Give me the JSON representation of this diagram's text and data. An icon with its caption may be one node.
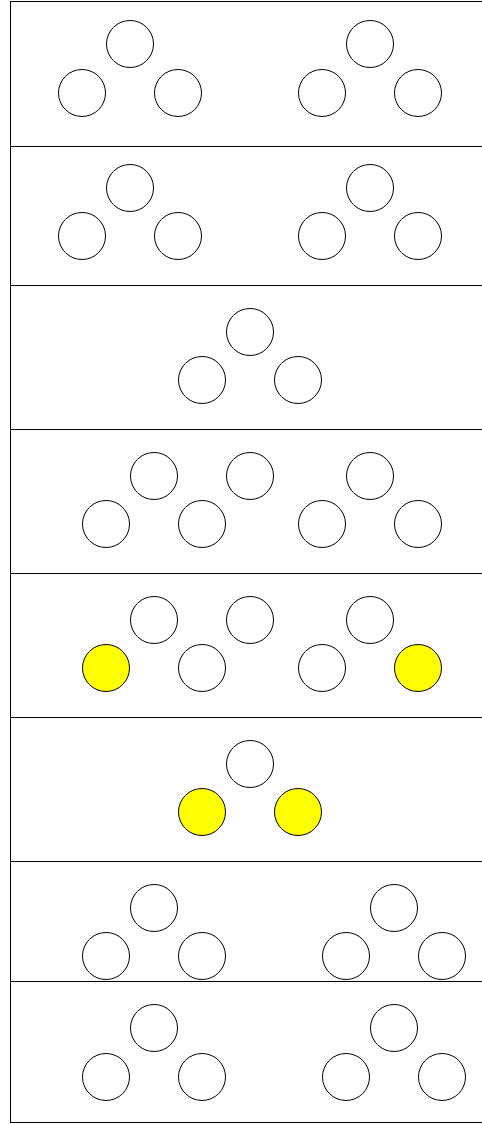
{
  "diagram": {
    "nodes": [
      {
        "text": [],
        "shape": "box"
      },
      {
        "text": [],
        "shape": "circle",
        "in": 0
      },
      {
        "text": [],
        "shape": "circle",
        "in": 0
      },
      {
        "text": [],
        "shape": "circle",
        "in": 0
      },
      {
        "text": [],
        "shape": "circle",
        "in": 0
      },
      {
        "text": [],
        "shape": "circle",
        "in": 0
      },
      {
        "text": [],
        "shape": "circle",
        "in": 0
      },
      {
        "text": [],
        "shape": "box"
      },
      {
        "text": [],
        "shape": "circle",
        "in": 7
      },
      {
        "text": [],
        "shape": "circle",
        "in": 7
      },
      {
        "text": [],
        "shape": "circle",
        "in": 7
      },
      {
        "text": [],
        "shape": "circle",
        "in": 7
      },
      {
        "text": [],
        "shape": "circle",
        "in": 7
      },
      {
        "text": [],
        "shape": "circle",
        "in": 7
      },
      {
        "text": [],
        "shape": "box"
      },
      {
        "text": [],
        "shape": "circle",
        "in": 14
      },
      {
        "text": [],
        "shape": "circle",
        "in": 14
      },
      {
        "text": [],
        "shape": "circle",
        "in": 14
      },
      {
        "text": [],
        "shape": "box"
      },
      {
        "text": [],
        "shape": "circle",
        "in": 18
      },
      {
        "text": [],
        "shape": "circle",
        "in": 18
      },
      {
        "text": [],
        "shape": "circle",
        "in": 18
      },
      {
        "text": [],
        "shape": "circle",
        "in": 18
      },
      {
        "text": [],
        "shape": "circle",
        "in": 18
      },
      {
        "text": [],
        "shape": "circle",
        "in": 18
      },
      {
        "text": [],
        "shape": "circle",
        "in": 18
      },
      {
        "text": [],
        "shape": "box"
      },
      {
        "text": [],
        "shape": "circle",
        "in": 26
      },
      {
        "text": [],
        "shape": "circle",
        "in": 26
      },
      {
        "text": [],
        "shape": "circle",
        "in": 26
      },
      {
        "text": [],
        "shape": "circle",
        "in": 26
      },
      {
        "text": [],
        "shape": "circle",
        "in": 26
      },
      {
        "text": [],
        "shape": "circle",
        "in": 26
      },
      {
        "text": [],
        "shape": "circle",
        "in": 26
      },
      {
        "text": [],
        "shape": "box"
      },
      {
        "text": [],
        "shape": "circle",
        "in": 34
      },
      {
        "text": [],
        "shape": "circle",
        "in": 34
      },
      {
        "text": [],
        "shape": "circle",
        "in": 34
      },
      {
        "text": [],
        "shape": "box"
      },
      {
        "text": [],
        "shape": "circle",
        "in": 38
      },
      {
        "text": [],
        "shape": "circle",
        "in": 38
      },
      {
        "text": [],
        "shape": "circle",
        "in": 38
      },
      {
        "text": [],
        "shape": "circle",
        "in": 38
      },
      {
        "text": [],
        "shape": "circle",
        "in": 38
      },
      {
        "text": [],
        "shape": "circle",
        "in": 38
      },
      {
        "text": [],
        "shape": "box"
      },
      {
        "text": [],
        "shape": "circle",
        "in": 45
      },
      {
        "text": [],
        "shape": "circle",
        "in": 45
      },
      {
        "text": [],
        "shape": "circle",
        "in": 45
      },
      {
        "text": [],
        "shape": "circle",
        "in": 45
      },
      {
        "text": [],
        "shape": "circle",
        "in": 45
      },
      {
        "text": [],
        "shape": "circle",
        "in": 45
      }
    ]
  }
}
